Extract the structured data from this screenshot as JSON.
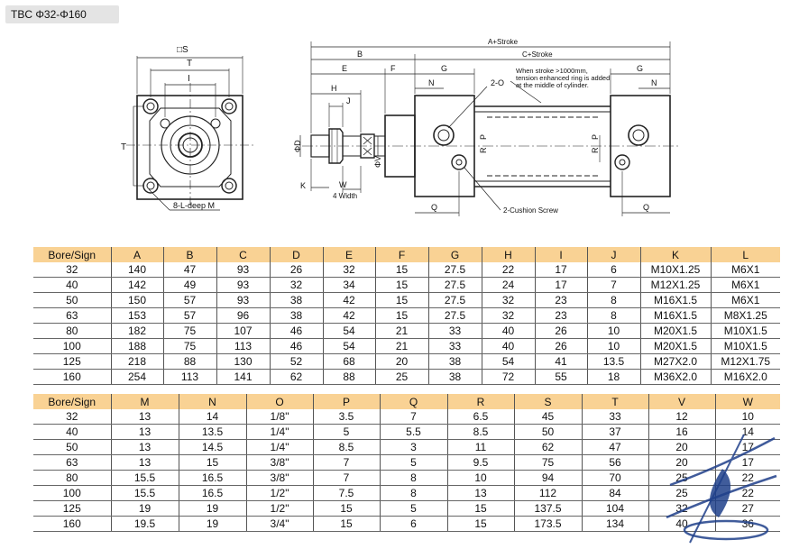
{
  "title": "TBC Φ32-Φ160",
  "drawing": {
    "front": {
      "S": "□S",
      "T_top": "T",
      "I": "I",
      "T_side": "T",
      "note": "8-L-deep M"
    },
    "side": {
      "A_stroke": "A+Stroke",
      "C_stroke": "C+Stroke",
      "B": "B",
      "E": "E",
      "F": "F",
      "G1": "G",
      "G2": "G",
      "H": "H",
      "J": "J",
      "N1": "N",
      "N2": "N",
      "O": "2-O",
      "D": "ΦD",
      "V": "ΦV",
      "K": "K",
      "W": "W",
      "width": "4 Width",
      "Q1": "Q",
      "Q2": "Q",
      "R1": "R",
      "P1": "P",
      "R2": "R",
      "P2": "P",
      "cushion": "2-Cushion Screw",
      "note1": "When stroke >1000mm,",
      "note2": "tension enhanced ring is added",
      "note3": "at the middle of cylinder."
    }
  },
  "table1": {
    "headers": [
      "Bore/Sign",
      "A",
      "B",
      "C",
      "D",
      "E",
      "F",
      "G",
      "H",
      "I",
      "J",
      "K",
      "L"
    ],
    "rows": [
      [
        "32",
        "140",
        "47",
        "93",
        "26",
        "32",
        "15",
        "27.5",
        "22",
        "17",
        "6",
        "M10X1.25",
        "M6X1"
      ],
      [
        "40",
        "142",
        "49",
        "93",
        "32",
        "34",
        "15",
        "27.5",
        "24",
        "17",
        "7",
        "M12X1.25",
        "M6X1"
      ],
      [
        "50",
        "150",
        "57",
        "93",
        "38",
        "42",
        "15",
        "27.5",
        "32",
        "23",
        "8",
        "M16X1.5",
        "M6X1"
      ],
      [
        "63",
        "153",
        "57",
        "96",
        "38",
        "42",
        "15",
        "27.5",
        "32",
        "23",
        "8",
        "M16X1.5",
        "M8X1.25"
      ],
      [
        "80",
        "182",
        "75",
        "107",
        "46",
        "54",
        "21",
        "33",
        "40",
        "26",
        "10",
        "M20X1.5",
        "M10X1.5"
      ],
      [
        "100",
        "188",
        "75",
        "113",
        "46",
        "54",
        "21",
        "33",
        "40",
        "26",
        "10",
        "M20X1.5",
        "M10X1.5"
      ],
      [
        "125",
        "218",
        "88",
        "130",
        "52",
        "68",
        "20",
        "38",
        "54",
        "41",
        "13.5",
        "M27X2.0",
        "M12X1.75"
      ],
      [
        "160",
        "254",
        "113",
        "141",
        "62",
        "88",
        "25",
        "38",
        "72",
        "55",
        "18",
        "M36X2.0",
        "M16X2.0"
      ]
    ]
  },
  "table2": {
    "headers": [
      "Bore/Sign",
      "M",
      "N",
      "O",
      "P",
      "Q",
      "R",
      "S",
      "T",
      "V",
      "W"
    ],
    "rows": [
      [
        "32",
        "13",
        "14",
        "1/8\"",
        "3.5",
        "7",
        "6.5",
        "45",
        "33",
        "12",
        "10"
      ],
      [
        "40",
        "13",
        "13.5",
        "1/4\"",
        "5",
        "5.5",
        "8.5",
        "50",
        "37",
        "16",
        "14"
      ],
      [
        "50",
        "13",
        "14.5",
        "1/4\"",
        "8.5",
        "3",
        "11",
        "62",
        "47",
        "20",
        "17"
      ],
      [
        "63",
        "13",
        "15",
        "3/8\"",
        "7",
        "5",
        "9.5",
        "75",
        "56",
        "20",
        "17"
      ],
      [
        "80",
        "15.5",
        "16.5",
        "3/8\"",
        "7",
        "8",
        "10",
        "94",
        "70",
        "25",
        "22"
      ],
      [
        "100",
        "15.5",
        "16.5",
        "1/2\"",
        "7.5",
        "8",
        "13",
        "112",
        "84",
        "25",
        "22"
      ],
      [
        "125",
        "19",
        "19",
        "1/2\"",
        "15",
        "5",
        "15",
        "137.5",
        "104",
        "32",
        "27"
      ],
      [
        "160",
        "19.5",
        "19",
        "3/4\"",
        "15",
        "6",
        "15",
        "173.5",
        "134",
        "40",
        "36"
      ]
    ]
  }
}
